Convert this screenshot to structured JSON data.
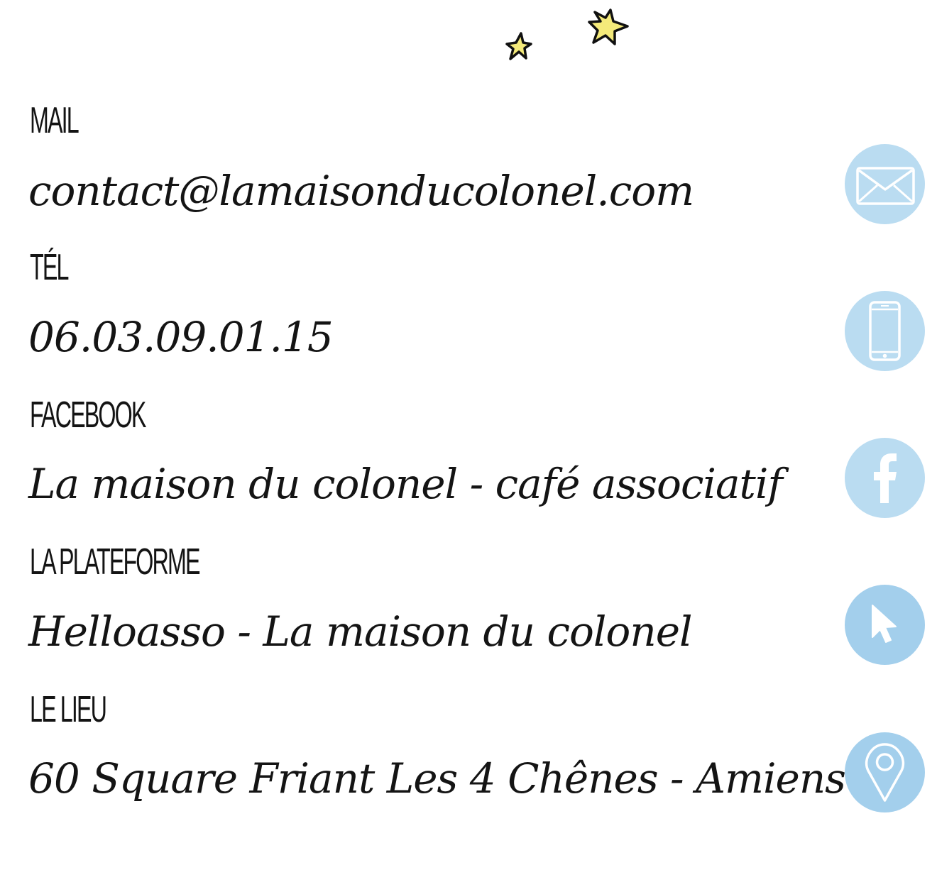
{
  "colors": {
    "text": "#141414",
    "icon_light": "#badcf1",
    "icon_medium": "#a3cfec",
    "star_fill": "#f4ea7a",
    "star_outline": "#111111"
  },
  "rows": [
    {
      "label": "MAIL",
      "value": "contact@lamaisonducolonel.com",
      "icon": "envelope-icon"
    },
    {
      "label": "TÉL",
      "value": "06.03.09.01.15",
      "icon": "smartphone-icon"
    },
    {
      "label": "FACEBOOK",
      "value": "La maison du colonel - café associatif",
      "icon": "facebook-icon"
    },
    {
      "label": "LA PLATEFORME",
      "value": "Helloasso - La maison du colonel",
      "icon": "cursor-arrow-icon"
    },
    {
      "label": "LE LIEU",
      "value": "60 Square Friant Les 4 Chênes - Amiens",
      "icon": "map-pin-icon"
    }
  ]
}
